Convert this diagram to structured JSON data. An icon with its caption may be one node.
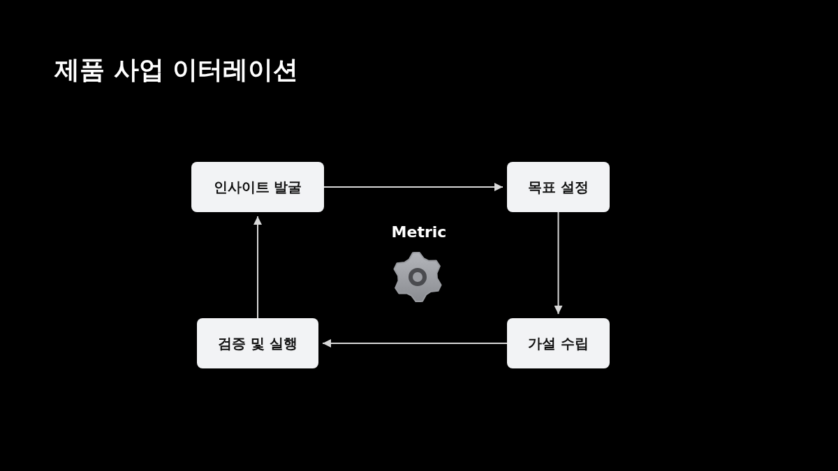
{
  "diagram": {
    "title": "제품 사업 이터레이션",
    "nodes": [
      {
        "text": [
          "인사이트 발굴"
        ]
      },
      {
        "text": [
          "목표 설정"
        ]
      },
      {
        "text": [
          "가설 수립"
        ]
      },
      {
        "text": [
          "검증 및 실행"
        ]
      }
    ],
    "edges": [
      {
        "from": 0,
        "to": 1,
        "arrow": "to"
      },
      {
        "from": 1,
        "to": 2,
        "arrow": "to"
      },
      {
        "from": 2,
        "to": 3,
        "arrow": "to"
      },
      {
        "from": 3,
        "to": 0,
        "arrow": "to"
      }
    ],
    "labels": [
      "Metric"
    ]
  }
}
